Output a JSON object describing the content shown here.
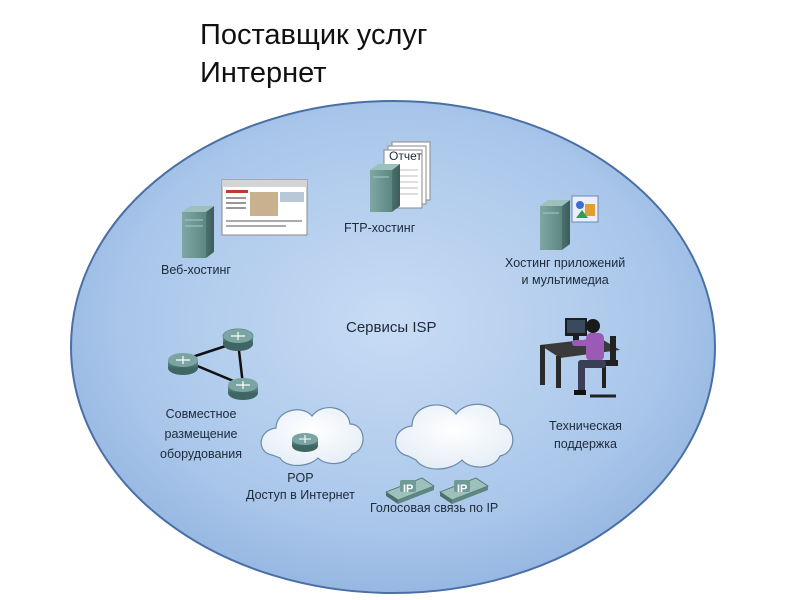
{
  "title": {
    "line1": "Поставщик услуг",
    "line2": "Интернет"
  },
  "center_label": "Сервисы ISP",
  "services": {
    "web_hosting": "Веб-хостинг",
    "ftp_hosting": "FTP-хостинг",
    "report": "Отчет",
    "app_hosting": {
      "line1": "Хостинг приложений",
      "line2": "и мультимедиа"
    },
    "colocation": {
      "line1": "Совместное",
      "line2": "размещение",
      "line3": "оборудования"
    },
    "pop": {
      "line1": "POP",
      "line2": "Доступ в Интернет"
    },
    "voip": {
      "label": "Голосовая связь по IP",
      "phone1": "IP",
      "phone2": "IP"
    },
    "support": {
      "line1": "Техническая",
      "line2": "поддержка"
    }
  }
}
